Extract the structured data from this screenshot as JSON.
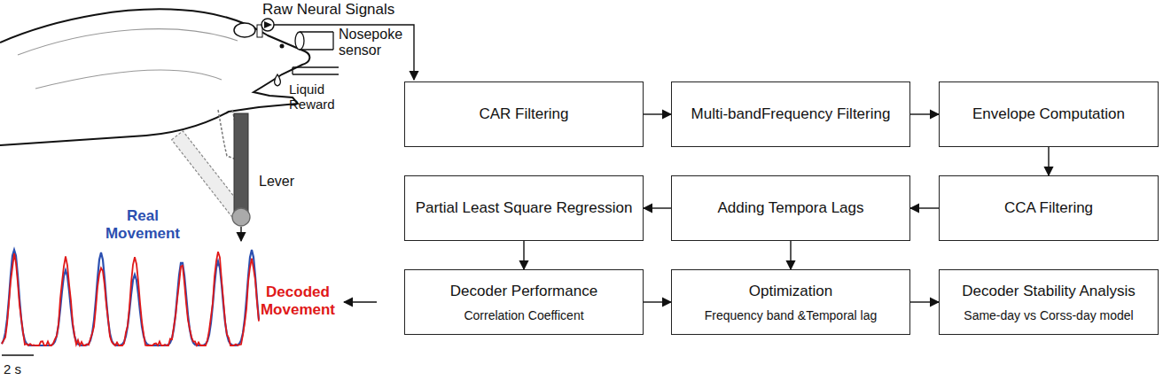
{
  "diagram": {
    "nodes": [
      {
        "text": [
          "CAR Filtering"
        ]
      },
      {
        "text": [
          "Multi-bandFrequency Filtering"
        ]
      },
      {
        "text": [
          "Envelope Computation"
        ]
      },
      {
        "text": [
          "CCA Filtering"
        ]
      },
      {
        "text": [
          "Adding Tempora Lags"
        ]
      },
      {
        "text": [
          "Partial Least Square Regression"
        ]
      },
      {
        "text": [
          "Decoder Performance",
          "Correlation Coefficent"
        ]
      },
      {
        "text": [
          "Optimization",
          "Frequency band &Temporal lag"
        ]
      },
      {
        "text": [
          "Decoder Stability Analysis",
          "Same-day vs Corss-day model"
        ]
      }
    ],
    "edges": [
      {
        "from": 0,
        "to": 1,
        "arrow": "to"
      },
      {
        "from": 1,
        "to": 2,
        "arrow": "to"
      },
      {
        "from": 2,
        "to": 3,
        "arrow": "to"
      },
      {
        "from": 3,
        "to": 4,
        "arrow": "to"
      },
      {
        "from": 4,
        "to": 5,
        "arrow": "to"
      },
      {
        "from": 5,
        "to": 6,
        "arrow": "to"
      },
      {
        "from": 4,
        "to": 7,
        "arrow": "to"
      },
      {
        "from": 6,
        "to": 7,
        "arrow": "to"
      },
      {
        "from": 7,
        "to": 8,
        "arrow": "to"
      }
    ],
    "labels": [
      "Raw Neural Signals",
      "Nosepoke sensor",
      "Liquid Reward",
      "Lever",
      "Real Movement",
      "Decoded Movement",
      "2 s"
    ]
  }
}
